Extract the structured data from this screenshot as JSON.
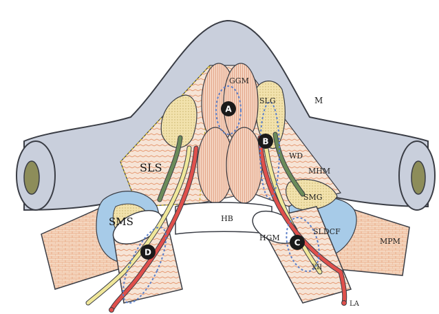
{
  "colors": {
    "mandible": "#c9cfdc",
    "mandible_stroke": "#3a3d45",
    "muscle_fill": "#f4d9c8",
    "muscle_line": "#e08a5c",
    "gland": "#f1e3b0",
    "duct_green": "#6b8c5a",
    "nerve_yellow": "#f0e79a",
    "artery_red": "#e0504c",
    "blue_space": "#a7cbe8",
    "dotted_blue": "#5b7fc9",
    "marker": "#1a1a1a",
    "foramen": "#8d8d5a"
  },
  "labels": {
    "ggm": "GGM",
    "m": "M",
    "slg": "SLG",
    "wd": "WD",
    "mhm": "MHM",
    "sls": "SLS",
    "smg": "SMG",
    "sms": "SMS",
    "hb": "HB",
    "sldcf": "SLDCF",
    "hgm": "HGM",
    "mpm": "MPM",
    "xii": "XII",
    "la": "LA"
  },
  "markers": {
    "a": "A",
    "b": "B",
    "c": "C",
    "d": "D"
  }
}
